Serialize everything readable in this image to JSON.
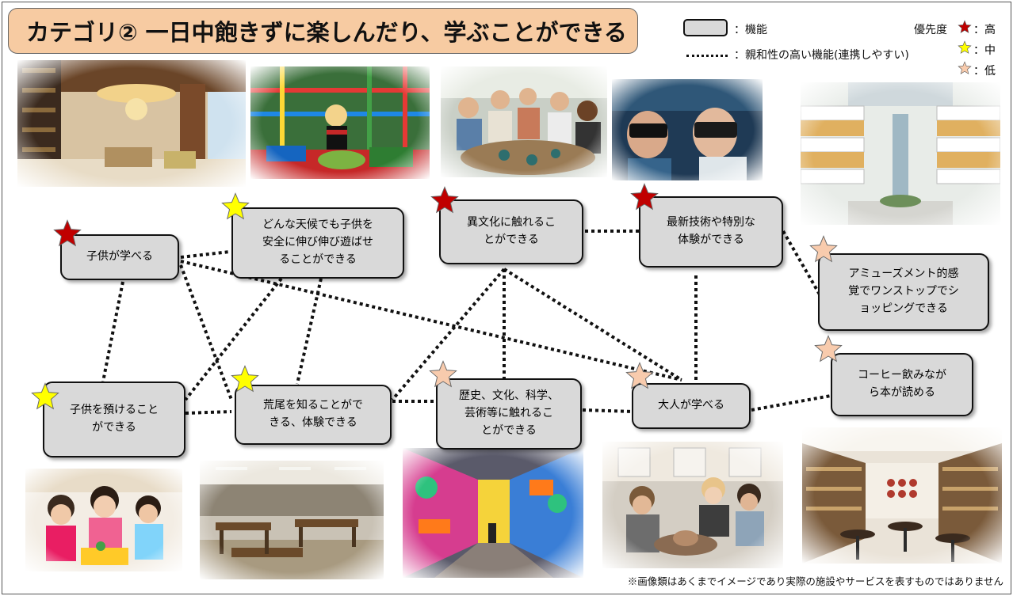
{
  "title": "カテゴリ② 一日中飽きずに楽しんだり、学ぶことができる",
  "legend": {
    "function_label": "：機能",
    "link_label": "：親和性の高い機能(連携しやすい)",
    "priority_title": "優先度",
    "priorities": [
      {
        "label": "：高",
        "color": "#c00000"
      },
      {
        "label": "：中",
        "color": "#ffff00"
      },
      {
        "label": "：低",
        "color": "#f8cbad"
      }
    ]
  },
  "colors": {
    "high": "#c00000",
    "mid": "#ffff00",
    "low": "#f8cbad",
    "node_fill": "#d9d9d9",
    "title_fill": "#f7cba2"
  },
  "nodes": [
    {
      "id": "kids-learn",
      "text": "子供が学べる",
      "priority": "high"
    },
    {
      "id": "kids-play",
      "text": "どんな天候でも子供を\n安全に伸び伸び遊ばせ\nることができる",
      "priority": "mid"
    },
    {
      "id": "culture",
      "text": "異文化に触れるこ\nとができる",
      "priority": "high"
    },
    {
      "id": "tech",
      "text": "最新技術や特別な\n体験ができる",
      "priority": "high"
    },
    {
      "id": "shopping",
      "text": "アミューズメント的感\n覚でワンストップでシ\nョッピングできる",
      "priority": "low"
    },
    {
      "id": "coffee",
      "text": "コーヒー飲みなが\nら本が読める",
      "priority": "low"
    },
    {
      "id": "childcare",
      "text": "子供を預けること\nができる",
      "priority": "mid"
    },
    {
      "id": "arao",
      "text": "荒尾を知ることがで\nきる、体験できる",
      "priority": "mid"
    },
    {
      "id": "history",
      "text": "歴史、文化、科学、\n芸術等に触れるこ\nとができる",
      "priority": "low"
    },
    {
      "id": "adults",
      "text": "大人が学べる",
      "priority": "low"
    }
  ],
  "photos": [
    {
      "name": "library-lounge-photo"
    },
    {
      "name": "indoor-playground-photo"
    },
    {
      "name": "multicultural-gathering-photo"
    },
    {
      "name": "vr-experience-photo"
    },
    {
      "name": "shopping-mall-photo"
    },
    {
      "name": "childcare-photo"
    },
    {
      "name": "workshop-photo"
    },
    {
      "name": "graffiti-alley-photo"
    },
    {
      "name": "pottery-class-photo"
    },
    {
      "name": "book-cafe-photo"
    }
  ],
  "footnote": "※画像類はあくまでイメージであり実際の施設やサービスを表すものではありません"
}
